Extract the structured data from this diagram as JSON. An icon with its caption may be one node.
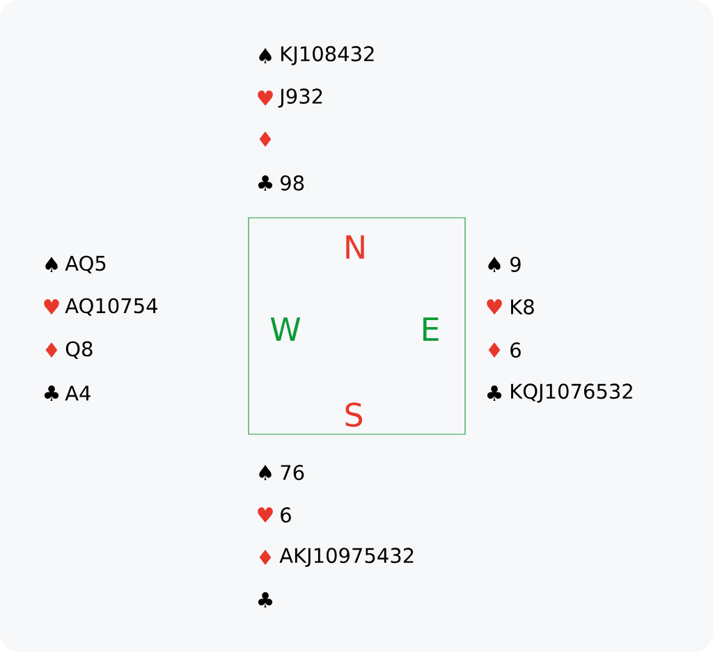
{
  "diagram": {
    "nodes": [
      {
        "text": [
          "N",
          "W",
          "E",
          "S"
        ]
      }
    ],
    "labels": [
      "♠",
      "KJ108432",
      "♥",
      "J932",
      "♦",
      "♣",
      "98",
      "♠",
      "AQ5",
      "♥",
      "AQ10754",
      "♦",
      "Q8",
      "♣",
      "A4",
      "♠",
      "9",
      "♥",
      "K8",
      "♦",
      "6",
      "♣",
      "KQJ1076532",
      "♠",
      "76",
      "♥",
      "6",
      "♦",
      "AKJ10975432",
      "♣"
    ]
  }
}
